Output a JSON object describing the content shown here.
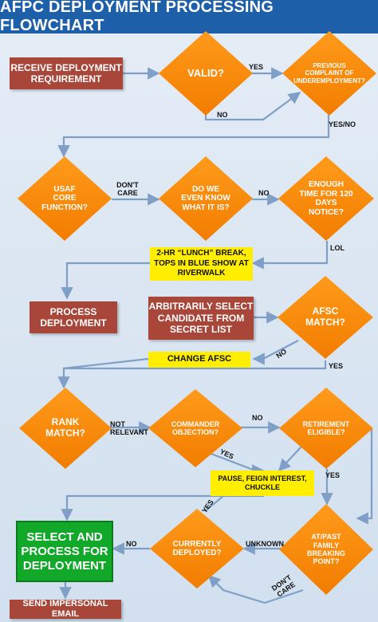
{
  "title": "AFPC DEPLOYMENT PROCESSING FLOWCHART",
  "nodes": {
    "receive": "RECEIVE DEPLOYMENT REQUIREMENT",
    "valid": "VALID?",
    "previous": "PREVIOUS COMPLAINT OF UNDEREMPLOYMENT?",
    "usaf": "USAF CORE FUNCTION?",
    "know": "DO WE EVEN KNOW WHAT IT IS?",
    "enough": "ENOUGH TIME FOR 120 DAYS NOTICE?",
    "lunch": "2-HR “LUNCH” BREAK, TOPS IN BLUE SHOW AT RIVERWALK",
    "process": "PROCESS DEPLOYMENT",
    "arbitrary": "ARBITRARILY SELECT CANDIDATE FROM SECRET LIST",
    "afsc_match": "AFSC MATCH?",
    "change_afsc": "CHANGE AFSC",
    "rank": "RANK MATCH?",
    "commander": "COMMANDER OBJECTION?",
    "retirement": "RETIREMENT ELIGIBLE?",
    "pause": "PAUSE, FEIGN INTEREST, CHUCKLE",
    "select": "SELECT AND PROCESS FOR DEPLOYMENT",
    "deployed": "CURRENTLY DEPLOYED?",
    "family": "AT/PAST FAMILY BREAKING POINT?",
    "email": "SEND IMPERSONAL EMAIL"
  },
  "labels": {
    "valid_yes": "YES",
    "valid_no": "NO",
    "previous_yesno": "YES/NO",
    "usaf_dontcare": "DON'T CARE",
    "know_no": "NO",
    "enough_lol": "LOL",
    "afsc_no": "NO",
    "afsc_yes": "YES",
    "rank_notrelevant": "NOT RELEVANT",
    "commander_no": "NO",
    "commander_yes": "YES",
    "retirement_yes": "YES",
    "deployed_yes": "YES",
    "deployed_no": "NO",
    "family_unknown": "UNKNOWN",
    "family_dontcare": "DON'T CARE"
  },
  "colors": {
    "title_bg": "#1d5fa8",
    "decision": "#f7870a",
    "process_box": "#a8463a",
    "note_box": "#ffee00",
    "final_box": "#12a829",
    "connector": "#7f9fc6"
  }
}
